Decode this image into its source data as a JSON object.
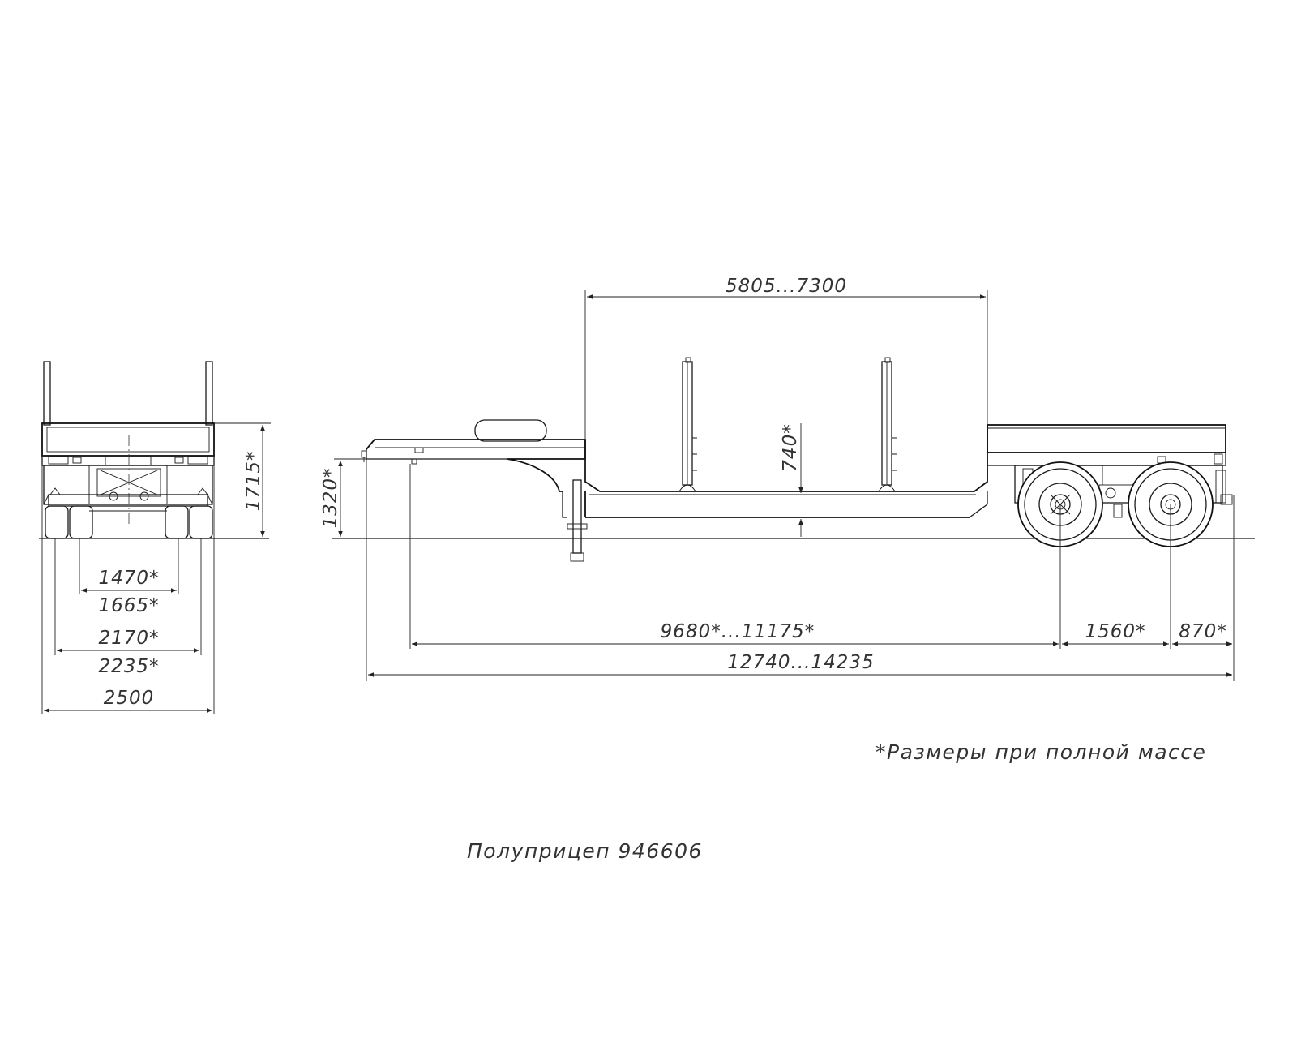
{
  "front_view": {
    "dims": {
      "height_1715": "1715*",
      "track_1470": "1470*",
      "track_1665": "1665*",
      "track_2170": "2170*",
      "track_2235": "2235*",
      "width_2500": "2500"
    }
  },
  "side_view": {
    "dims": {
      "deck_length": "5805...7300",
      "deck_height": "740*",
      "coupling_height": "1320*",
      "kingpin_to_axle": "9680*...11175*",
      "axle_spacing": "1560*",
      "rear_overhang": "870*",
      "overall_length": "12740...14235"
    }
  },
  "notes": {
    "full_mass_note": "*Размеры при полной массе",
    "title": "Полуприцеп 946606"
  }
}
